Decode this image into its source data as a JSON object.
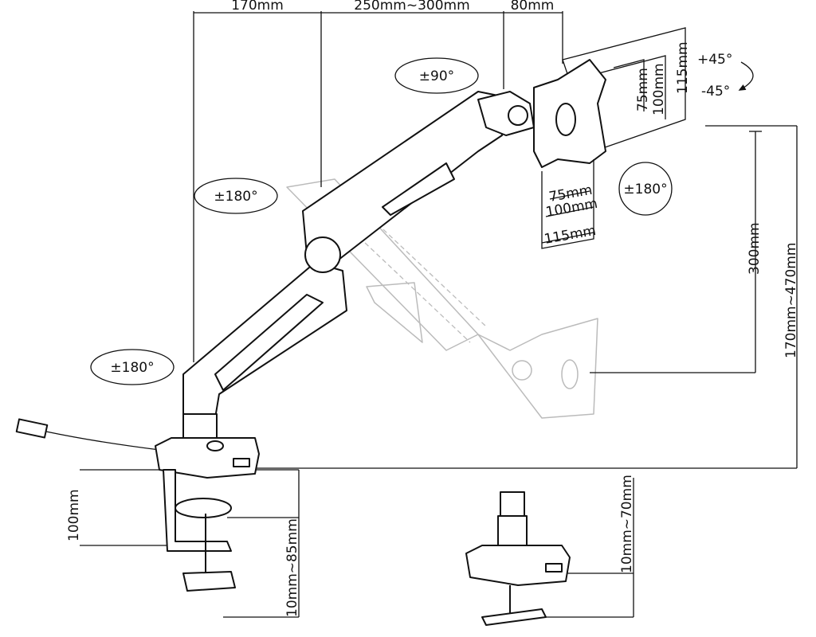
{
  "dimensions": {
    "top": [
      "170mm",
      "250mm~300mm",
      "80mm"
    ],
    "vesa_vertical": [
      "75mm",
      "100mm",
      "115mm"
    ],
    "vesa_horizontal": [
      "75mm",
      "100mm",
      "115mm"
    ],
    "tilt_up": "+45°",
    "tilt_down": "-45°",
    "drop_height": "300mm",
    "height_range": "170mm~470mm",
    "clamp_depth": "100mm",
    "clamp_thickness": "10mm~85mm",
    "grommet_thickness": "10mm~70mm"
  },
  "rotations": {
    "upper_joint": "±90°",
    "elbow": "±180°",
    "base": "±180°",
    "screen": "±180°"
  }
}
